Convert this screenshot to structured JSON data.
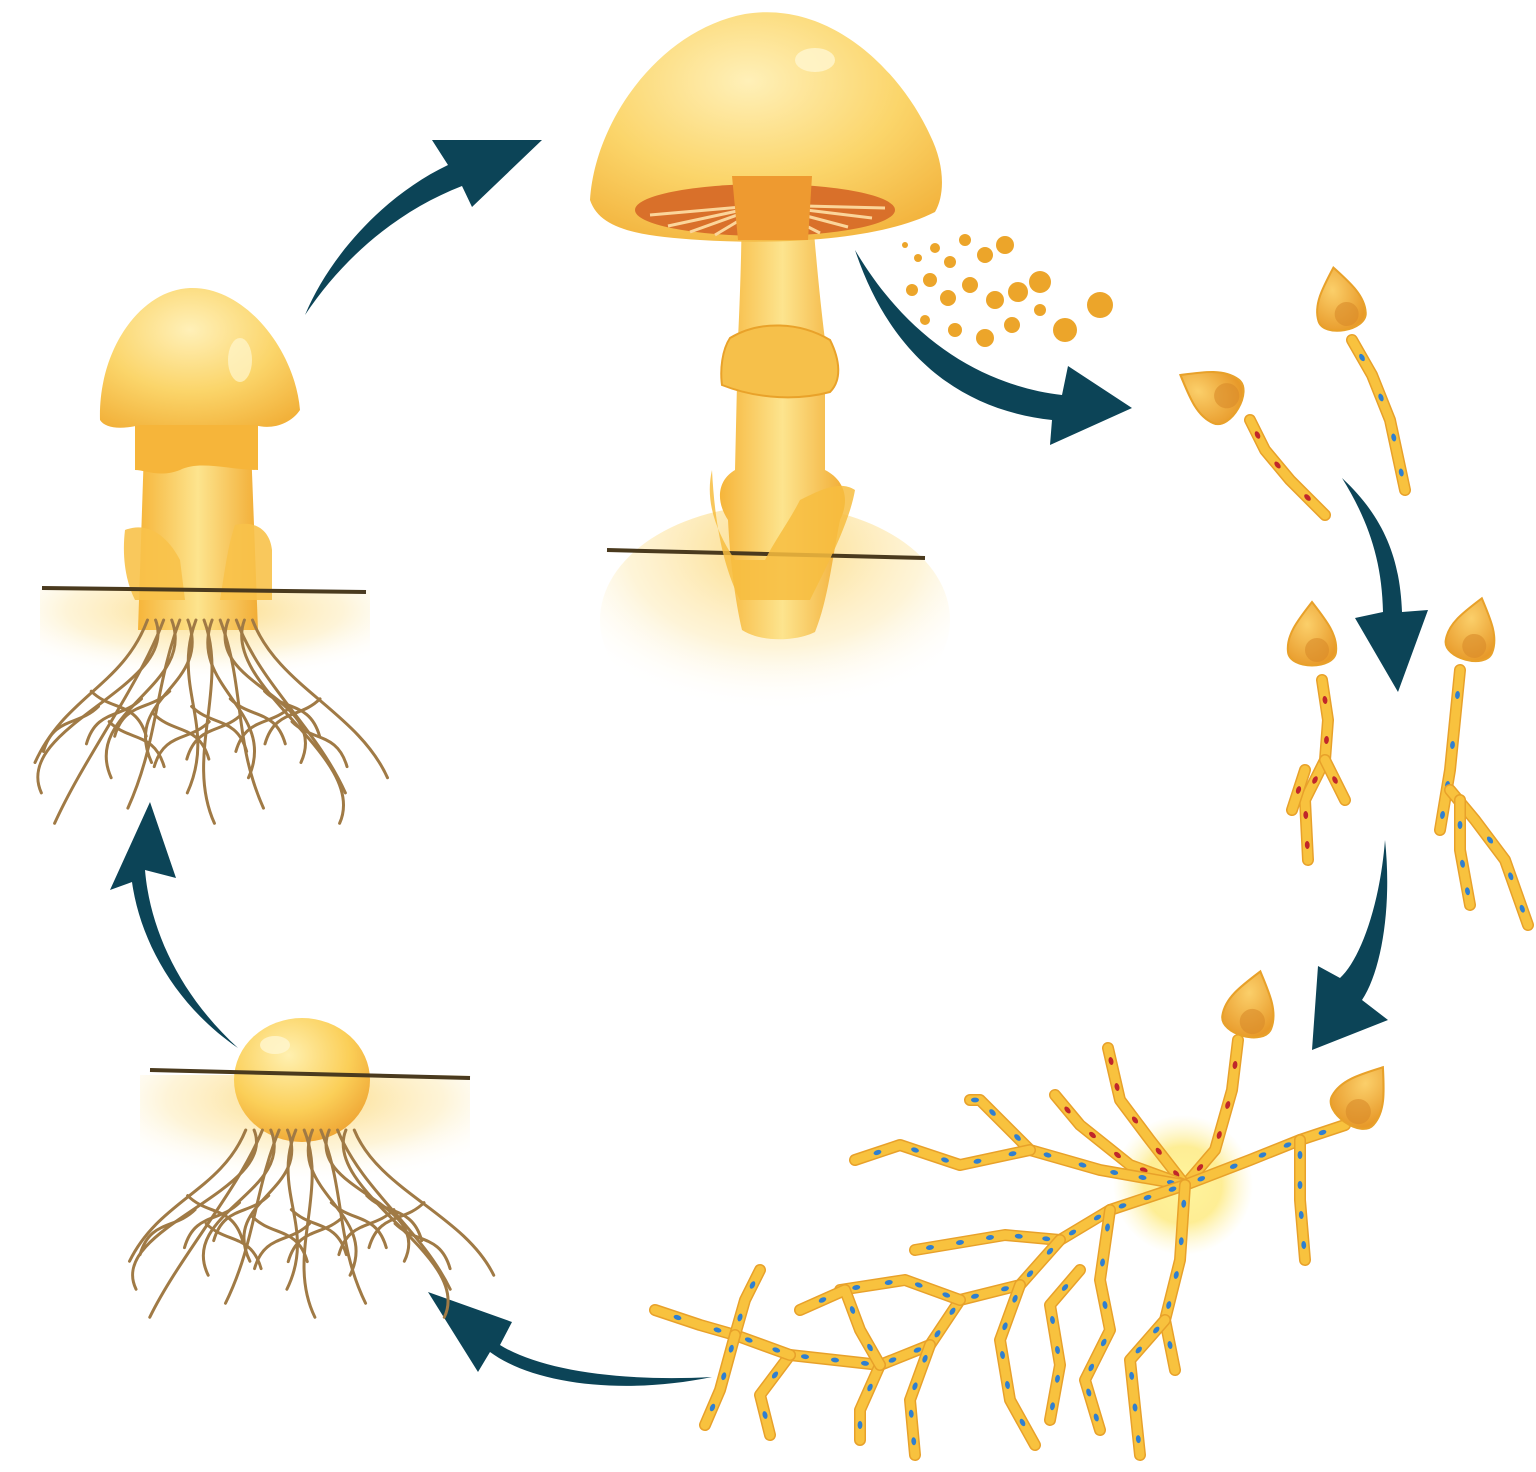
{
  "diagram": {
    "type": "life-cycle",
    "colors": {
      "background": "#ffffff",
      "arrow": "#0c4457",
      "cap_light": "#fde7a0",
      "cap_mid": "#f8c64a",
      "cap_dark": "#eca52a",
      "gill_dark": "#d9702a",
      "gill_light": "#fbd59a",
      "soil_line": "#4a3a1e",
      "root": "#a07a45",
      "hypha": "#f8c23e",
      "hypha_edge": "#e8a12a",
      "nucleus_red": "#c0262a",
      "nucleus_blue": "#2f7fd0",
      "spore": "#eca52a",
      "glow": "#fff3b0"
    },
    "stages": [
      {
        "id": "mature-mushroom"
      },
      {
        "id": "spore-release"
      },
      {
        "id": "spore-germination"
      },
      {
        "id": "primary-mycelium"
      },
      {
        "id": "mycelium-network"
      },
      {
        "id": "primordium"
      },
      {
        "id": "young-fruiting-body"
      }
    ],
    "arrows": [
      {
        "from": "mature-mushroom",
        "to": "spore-germination"
      },
      {
        "from": "spore-germination",
        "to": "primary-mycelium"
      },
      {
        "from": "primary-mycelium",
        "to": "mycelium-network"
      },
      {
        "from": "mycelium-network",
        "to": "primordium"
      },
      {
        "from": "primordium",
        "to": "young-fruiting-body"
      },
      {
        "from": "young-fruiting-body",
        "to": "mature-mushroom"
      }
    ]
  }
}
